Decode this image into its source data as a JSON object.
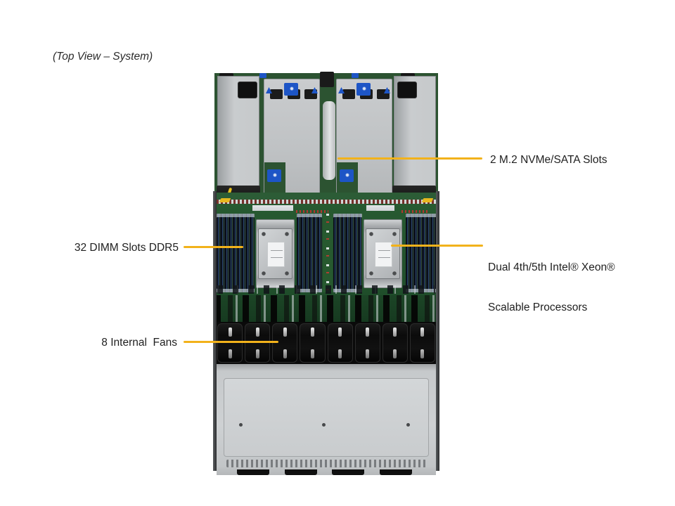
{
  "page": {
    "title": "(Top View – System)"
  },
  "colors": {
    "accent": "#F2B21B",
    "label_text": "#1f1f1f"
  },
  "callouts": {
    "m2": {
      "label": "2 M.2 NVMe/SATA Slots",
      "side": "right"
    },
    "dimm": {
      "label": "32 DIMM Slots DDR5",
      "side": "left"
    },
    "cpu": {
      "line1": "Dual 4th/5th Intel® Xeon®",
      "line2": "Scalable Processors",
      "side": "right"
    },
    "fans": {
      "label": "8 Internal  Fans",
      "side": "left"
    }
  }
}
